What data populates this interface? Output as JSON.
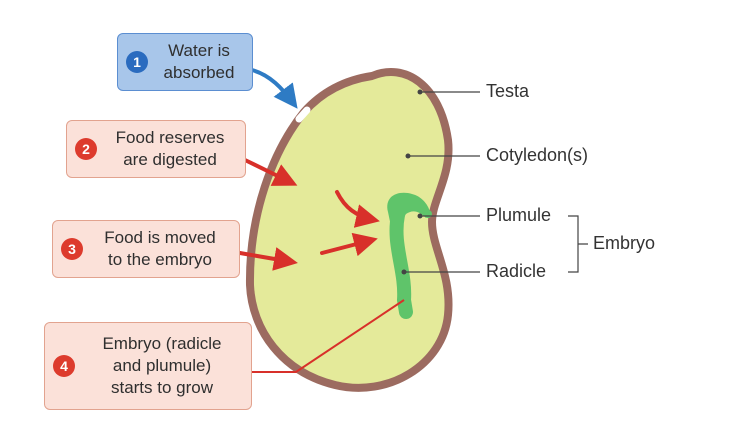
{
  "colors": {
    "testa": "#9c6b60",
    "cotyledon": "#e4ea9a",
    "embryo": "#5fc46a",
    "arrow_red": "#d8302a",
    "arrow_blue": "#2e7bc4",
    "step1_fill": "#a8c6ea",
    "step1_border": "#5b8ed1",
    "step1_badge": "#2a6bbf",
    "step_fill": "#fbe1d9",
    "step_border": "#e2a38f",
    "step_badge": "#dd3b2d",
    "leader": "#444444"
  },
  "steps": [
    {
      "number": "1",
      "lines": [
        "Water is",
        "absorbed"
      ]
    },
    {
      "number": "2",
      "lines": [
        "Food reserves",
        "are digested"
      ]
    },
    {
      "number": "3",
      "lines": [
        "Food is moved",
        "to the embryo"
      ]
    },
    {
      "number": "4",
      "lines": [
        "Embryo (radicle",
        "and plumule)",
        "starts to grow"
      ]
    }
  ],
  "labels": {
    "testa": "Testa",
    "cotyledon": "Cotyledon(s)",
    "plumule": "Plumule",
    "radicle": "Radicle",
    "embryo": "Embryo"
  }
}
